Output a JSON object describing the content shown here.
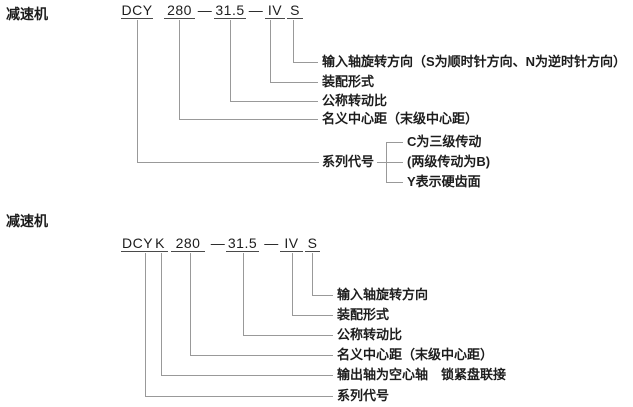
{
  "colors": {
    "background": "#ffffff",
    "text": "#1c1c1c",
    "connector_line": "#999999",
    "underline": "#4a4a4a"
  },
  "top_diagram": {
    "side_label": "减速机",
    "code": {
      "series": "DCY",
      "center_distance": "280",
      "dash1": "—",
      "ratio": "31.5",
      "dash2": "—",
      "assembly": "IV",
      "rotation": "S"
    },
    "callouts": {
      "input_rotation": "输入轴旋转方向（S为顺时针方向、N为逆时针方向）",
      "assembly": "装配形式",
      "nominal_ratio": "公称转动比",
      "center_distance": "名义中心距（末级中心距）",
      "series_code": "系列代号"
    },
    "series_branches": {
      "c": "C为三级传动",
      "b": "(两级传动为B)",
      "y": "Y表示硬齿面"
    }
  },
  "bottom_diagram": {
    "side_label": "减速机",
    "code": {
      "series": "DCY",
      "hollow": "K",
      "center_distance": "280",
      "dash1": "—",
      "ratio": "31.5",
      "dash2": "—",
      "assembly": "IV",
      "rotation": "S"
    },
    "callouts": {
      "input_rotation": "输入轴旋转方向",
      "assembly": "装配形式",
      "nominal_ratio": "公称转动比",
      "center_distance": "名义中心距（末级中心距）",
      "hollow_shaft": "输出轴为空心轴　锁紧盘联接",
      "series_code": "系列代号"
    }
  }
}
